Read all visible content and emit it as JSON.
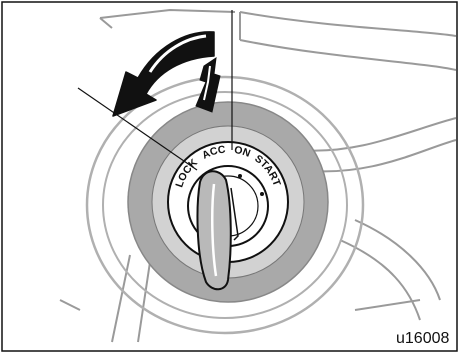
{
  "figure": {
    "switch_positions": [
      "LOCK",
      "ACC",
      "ON",
      "START"
    ],
    "figure_code": "u16008"
  },
  "colors": {
    "line": "#111111",
    "bezel_gray": "#a9a9a9",
    "bezel_inner": "#d2d2d2",
    "panel_lines": "#9a9a9a",
    "key_fill": "#b9b9b9",
    "background": "#ffffff"
  }
}
